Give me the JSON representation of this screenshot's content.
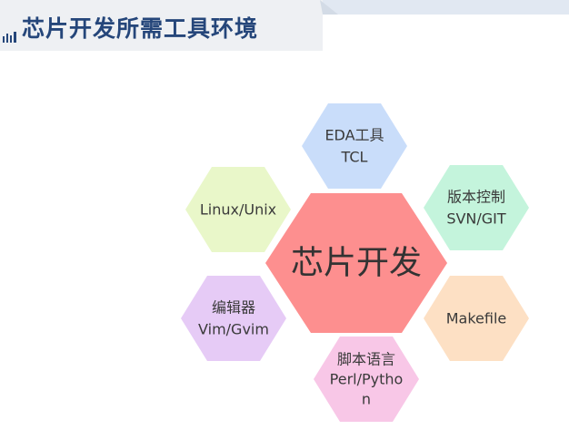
{
  "page_title": "芯片开发所需工具环境",
  "diagram": {
    "center": {
      "label": "芯片开发",
      "color": "#fd8f8f"
    },
    "nodes": [
      {
        "id": "eda",
        "lines": [
          "EDA工具",
          "TCL"
        ],
        "color": "#c9ddfa"
      },
      {
        "id": "version-control",
        "lines": [
          "版本控制",
          "SVN/GIT"
        ],
        "color": "#c4f4dc"
      },
      {
        "id": "makefile",
        "lines": [
          "Makefile"
        ],
        "color": "#fde0c4"
      },
      {
        "id": "script-lang",
        "lines": [
          "脚本语言",
          "Perl/Pytho",
          "n"
        ],
        "color": "#f8c7e7"
      },
      {
        "id": "editor",
        "lines": [
          "编辑器",
          "Vim/Gvim"
        ],
        "color": "#e6cbf6"
      },
      {
        "id": "os",
        "lines": [
          "Linux/Unix"
        ],
        "color": "#e9f7c9"
      }
    ]
  }
}
